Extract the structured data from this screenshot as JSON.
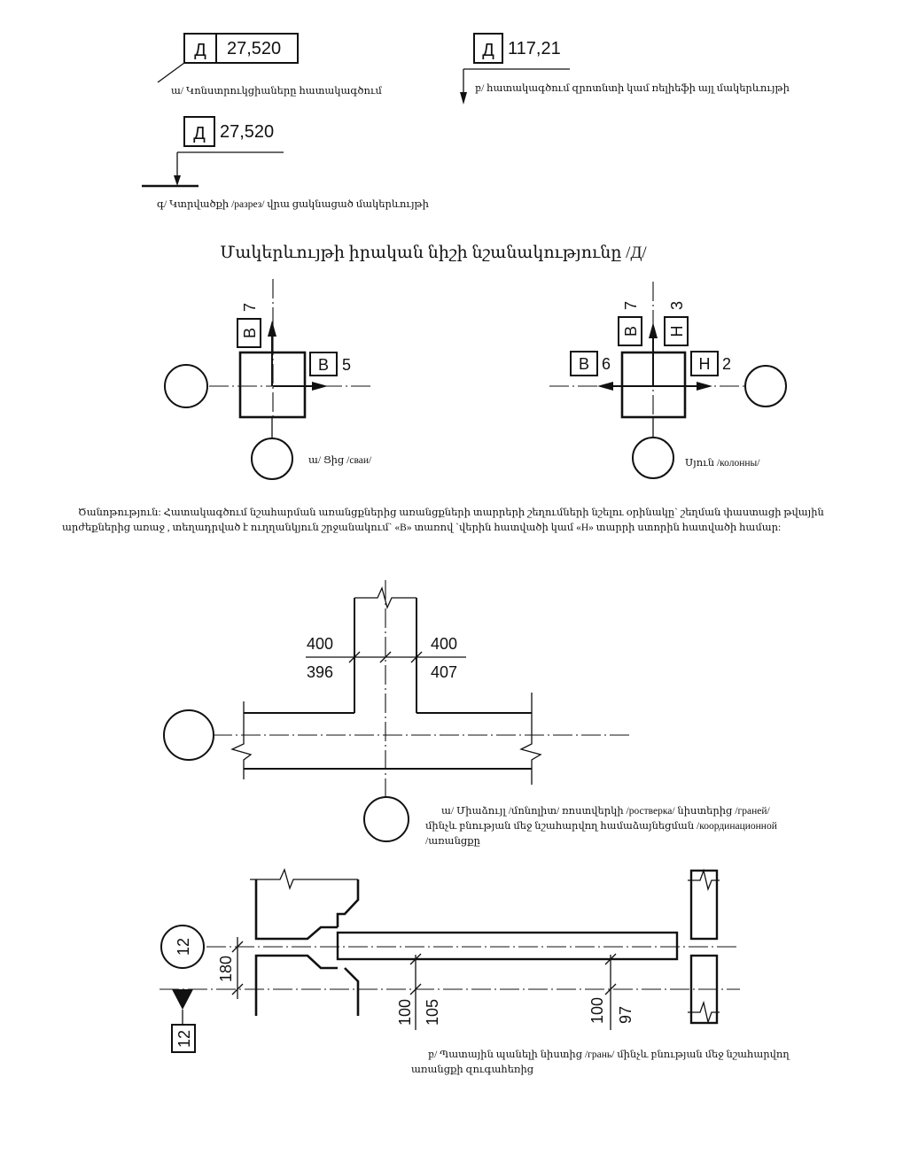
{
  "markers": {
    "letter_D": "Д",
    "val_a": "27,520",
    "val_b": "117,21",
    "val_c": "27,520"
  },
  "captions": {
    "a": "ա/ Կոնստրուկցիաները հատակագծում",
    "b": "բ/ հատակագծում զրոտնտի կամ ռելիեֆի այլ մակերևույթի",
    "c": "գ/ Կտրվածքի /разрез/ վրա ցակնացած մակերևույթի"
  },
  "section_title": "Մակերևույթի իրական նիշի նշանակությունը /Д/",
  "pile": {
    "tag_v": "В",
    "v_vertical": "7",
    "v_horizontal": "5",
    "caption": "ա/ Ցից /сваи/"
  },
  "column": {
    "tag_v": "В",
    "tag_n": "Н",
    "v_vertical": "7",
    "n_vertical": "3",
    "v_horizontal": "6",
    "n_horizontal": "2",
    "caption": "Սյուն /колонны/"
  },
  "note": {
    "line1": "Ծանոթություն: Հատակագծում նշահարման առանցքներից առանցքների տարրերի շեղումների նշելու օրինակը` շեղման փաստացի թվային",
    "line2": "արժեքներից առաջ , տեղադրված է ուղղանկյուն շրջանակում` «В» տառով `վերին հատվածի կամ «Н» տարրի ստորին հատվածի համար:"
  },
  "tee": {
    "left_top": "400",
    "left_bottom": "396",
    "right_top": "400",
    "right_bottom": "407",
    "caption_l1": "ա/ Միաձույլ /մոնոլիտ/ ռոստվերկի /ростверка/ նիստերից /граней/",
    "caption_l2": "մինչև բնության մեջ նշահարվող համաձայնեցման /координационной",
    "caption_l3": "/առանցքը"
  },
  "wall": {
    "axis_label": "12",
    "mark_label": "12",
    "dim_180": "180",
    "dim_100_a": "100",
    "dim_105": "105",
    "dim_100_b": "100",
    "dim_97": "97",
    "caption_l1": "բ/ Պատային պանելի նիստից /грань/ մինչև բնության մեջ նշահարվող",
    "caption_l2": "առանցքի զուգահեռից"
  }
}
